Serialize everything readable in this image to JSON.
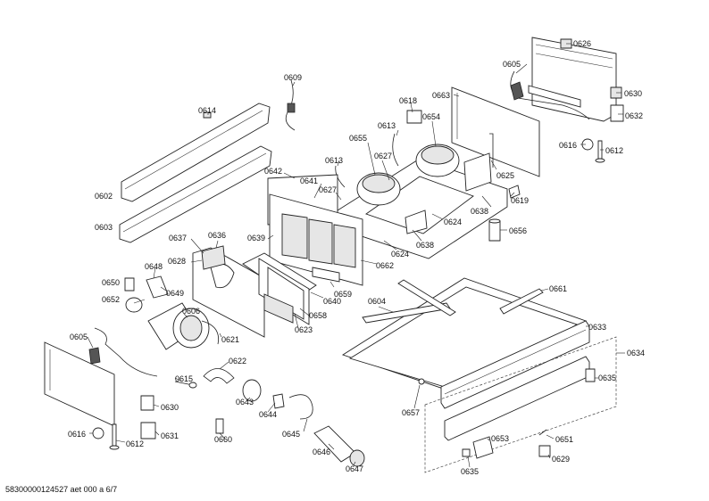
{
  "footer": {
    "drawing_id": "58300000124527 aet 000 a 6/7"
  },
  "labels": {
    "p0626": "0626",
    "p0605a": "0605",
    "p0630a": "0630",
    "p0632": "0632",
    "p0616a": "0616",
    "p0612a": "0612",
    "p0663": "0663",
    "p0618": "0618",
    "p0654": "0654",
    "p0613a": "0613",
    "p0609": "0609",
    "p0614": "0614",
    "p0655": "0655",
    "p0627a": "0627",
    "p0613b": "0613",
    "p0627b": "0627",
    "p0642": "0642",
    "p0641": "0641",
    "p0625": "0625",
    "p0619": "0619",
    "p0638a": "0638",
    "p0624a": "0624",
    "p0638b": "0638",
    "p0624b": "0624",
    "p0656": "0656",
    "p0602": "0602",
    "p0603": "0603",
    "p0639": "0639",
    "p0637": "0637",
    "p0636": "0636",
    "p0628": "0628",
    "p0648": "0648",
    "p0650": "0650",
    "p0649": "0649",
    "p0652": "0652",
    "p0662": "0662",
    "p0661": "0661",
    "p0604": "0604",
    "p0659": "0659",
    "p0640": "0640",
    "p0658": "0658",
    "p0606": "0606",
    "p0623": "0623",
    "p0621": "0621",
    "p0633": "0633",
    "p0605b": "0605",
    "p0634": "0634",
    "p0622": "0622",
    "p0615": "0615",
    "p0635a": "0635",
    "p0630b": "0630",
    "p0643": "0643",
    "p0644": "0644",
    "p0657": "0657",
    "p0645": "0645",
    "p0631": "0631",
    "p0616b": "0616",
    "p0612b": "0612",
    "p0660": "0660",
    "p0653": "0653",
    "p0651": "0651",
    "p0646": "0646",
    "p0629": "0629",
    "p0647": "0647",
    "p0635b": "0635"
  }
}
